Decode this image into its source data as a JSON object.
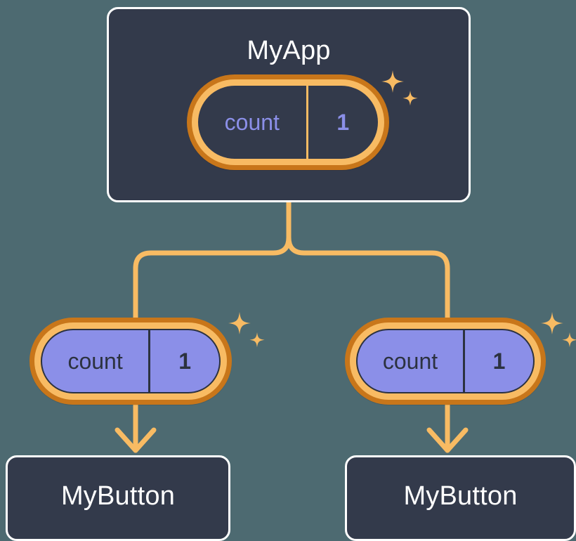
{
  "background_color": "#4d6a71",
  "palette": {
    "card_fill": "#333a4b",
    "card_border": "#ffffff",
    "pill_outer_ring": "#c8761a",
    "pill_inner_ring": "#f8bb63",
    "pill_purple_fill": "#8b8fe8",
    "accent_purple_text": "#8b8fe8",
    "dark_text": "#2c3240",
    "wire": "#f8bb63"
  },
  "root": {
    "title": "MyApp",
    "state_pill": {
      "key": "count",
      "value": "1",
      "sparkle_large": "sparkle-icon",
      "sparkle_small": "sparkle-icon"
    }
  },
  "children": [
    {
      "title": "MyButton",
      "state_pill": {
        "key": "count",
        "value": "1",
        "sparkle_large": "sparkle-icon",
        "sparkle_small": "sparkle-icon"
      }
    },
    {
      "title": "MyButton",
      "state_pill": {
        "key": "count",
        "value": "1",
        "sparkle_large": "sparkle-icon",
        "sparkle_small": "sparkle-icon"
      }
    }
  ]
}
